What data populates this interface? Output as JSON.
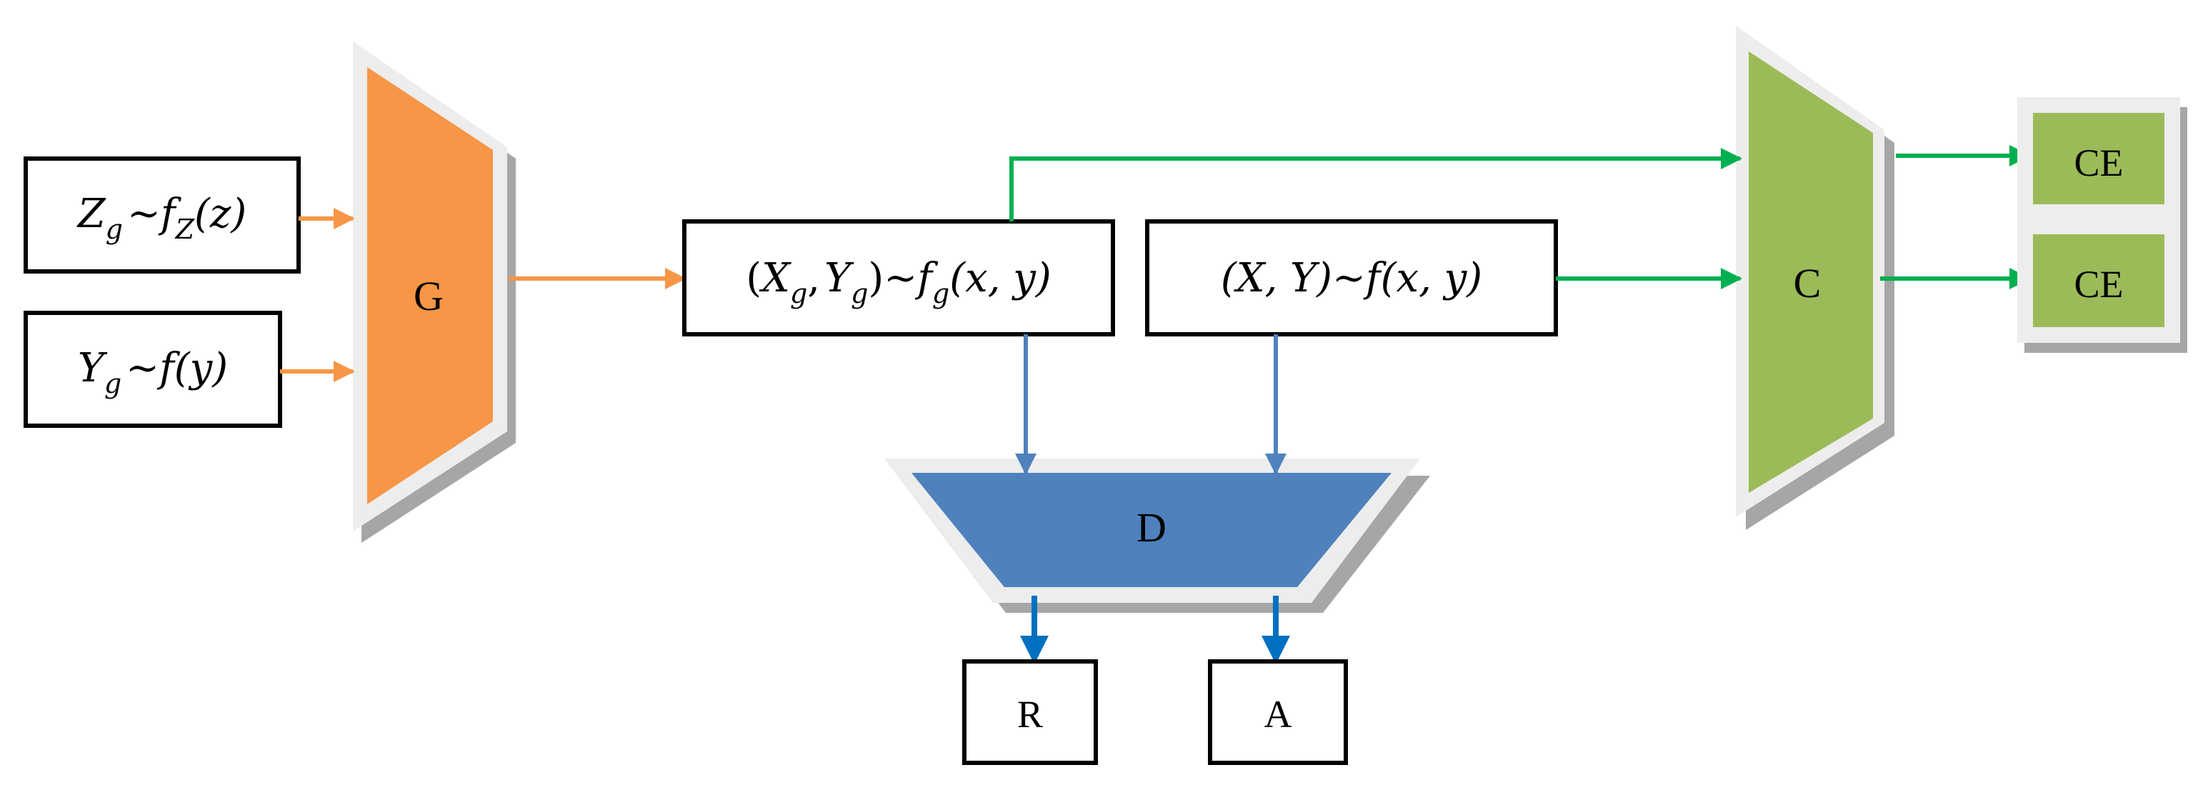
{
  "nodes": {
    "noise_input": {
      "base": "Z",
      "base_sub": "g",
      "rel": "~",
      "func": "f",
      "func_sub": "Z",
      "args": "(z)"
    },
    "label_input": {
      "base": "Y",
      "base_sub": "g",
      "rel": "~",
      "func": "f",
      "args": "(y)"
    },
    "generator": {
      "label": "G"
    },
    "generated_pair": {
      "open": "(",
      "x": "X",
      "x_sub": "g",
      "comma": ",",
      "y": "Y",
      "y_sub": "g",
      "close": ")",
      "rel": "~",
      "func": "f",
      "func_sub": "g",
      "args": "(x, y)"
    },
    "real_pair": {
      "lhs": "(X, Y)",
      "rel": "~",
      "func": "f",
      "args": "(x, y)"
    },
    "discriminator": {
      "label": "D"
    },
    "classifier": {
      "label": "C"
    },
    "output_r": {
      "label": "R"
    },
    "output_a": {
      "label": "A"
    },
    "ce_top": {
      "label": "CE"
    },
    "ce_bottom": {
      "label": "CE"
    }
  },
  "colors": {
    "generator": "#F79646",
    "discriminator": "#4F81BD",
    "classifier": "#9BBB59",
    "arrow_orange": "#F79646",
    "arrow_blue_in": "#4F81BD",
    "arrow_blue_out": "#0070C0",
    "arrow_green": "#00B050",
    "shadow": "#A6A6A6",
    "frame": "#EDEDED"
  }
}
